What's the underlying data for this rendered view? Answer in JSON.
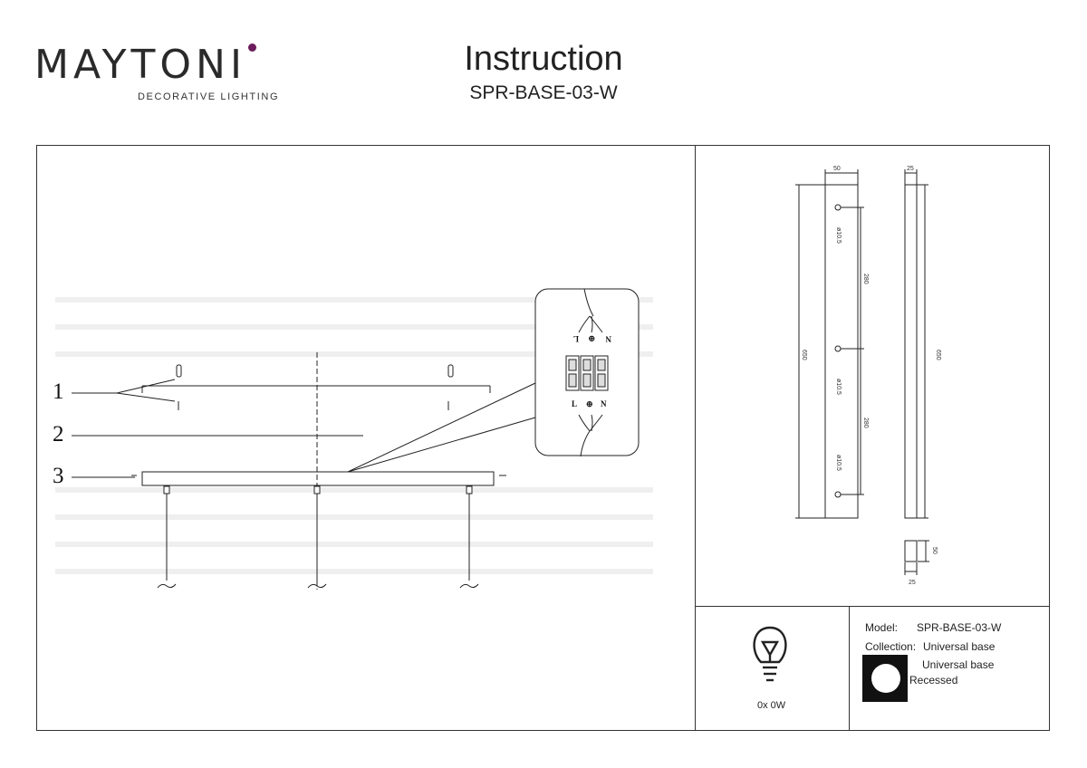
{
  "header": {
    "brand": "MAYTONI",
    "brand_tagline": "DECORATIVE LIGHTING",
    "title": "Instruction",
    "model_code": "SPR-BASE-03-W",
    "brand_accent": "#6b1d5c"
  },
  "assembly": {
    "callouts": [
      "1",
      "2",
      "3"
    ],
    "terminal_labels_top": [
      "N",
      "⊕",
      "L"
    ],
    "terminal_labels_bottom": [
      "L",
      "⊕",
      "N"
    ]
  },
  "dimensions": {
    "width_top": "50",
    "depth_top": "25",
    "length_left": "650",
    "length_right": "650",
    "spacing_1": "280",
    "spacing_2": "280",
    "hole_1": "ø10.5",
    "hole_2": "ø10.5",
    "hole_3": "ø10.5",
    "section_height": "50",
    "section_width": "25"
  },
  "specs": {
    "model_label": "Model:",
    "model_value": "SPR-BASE-03-W",
    "collection_label": "Collection:",
    "collection_value": "Universal base",
    "type_value": "Universal base",
    "mount_type": "Recessed",
    "bulb_spec": "0x 0W",
    "bulb_icon": "bulb-icon",
    "mount_icon": "recessed-icon"
  }
}
